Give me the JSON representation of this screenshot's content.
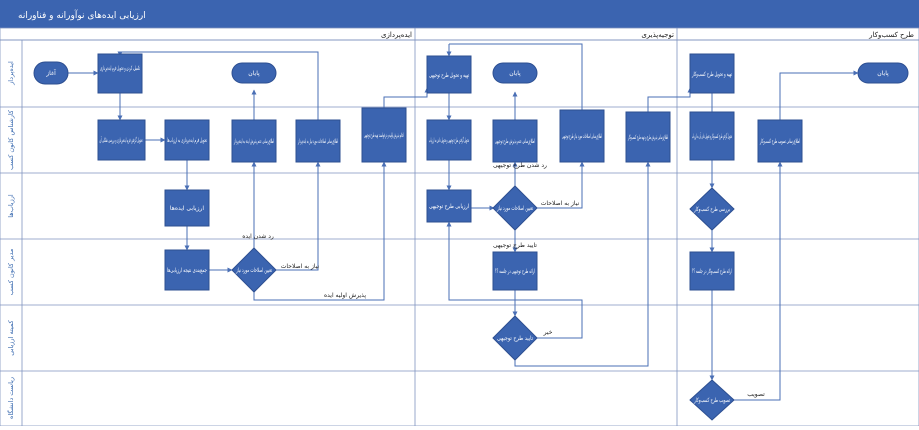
{
  "title": "ارزیابی ایده‌های نوآورانه و فناورانه",
  "phases": [
    "ایده‌پردازی",
    "توجیه‌پذیری",
    "طرح کسب‌وکار"
  ],
  "lanes": [
    "ایده‌پرداز",
    "کارشناس کانون کسب",
    "ارزیاب‌ها",
    "مدیر کانون کسب",
    "کمیته ارزیابی",
    "ریاست دانشگاه"
  ],
  "nodes": {
    "start": "آغاز",
    "n_register": "تکمیل، کردن و تحویل فرم ایده‌پردازی",
    "n_receive_check": "تحویل گرفتن فرم ایده‌پردازی و بررسی شکلی آن",
    "n_deliver_eval": "تحویل فرم ایده‌پردازی به ارزیاب‌ها",
    "n_evaluate": "ارزیابی ایده‌ها",
    "n_summary": "جمع‌بندی نتیجه ارزیابی‌ها",
    "d_fix": "تعیین اصلاحات مورد نیاز",
    "n_inform_reject": "اطلاع‌رسانی عدم پذیرش ایده به ایده‌پرداز",
    "end1": "پایان",
    "n_inform_fix": "اطلاع‌رسانی اصلاحات مورد نیاز به ایده‌پرداز",
    "n_inform_accept": "اعلام پذیرش اولیه و درخواست تهیه طرح توجیهی",
    "n_prepare_just": "تهیه و تحویل طرح توجیهی",
    "end2": "پایان",
    "n_receive_just": "تحویل گرفتن طرح توجیهی و تحویل دادن به ارزیاب",
    "n_eval_just": "ارزیابی طرح توجیهی",
    "d_fix_just": "تعیین اصلاحات مورد نیاز",
    "n_reject_just": "اطلاع‌رسانی عدم پذیرش طرح توجیهی",
    "n_fix_just": "اطلاع‌رسانی اصلاحات مورد نیاز طرح توجیهی",
    "n_present_just": "ارائه طرح توجیهی در جلسه ؟؟",
    "d_approve_just": "تایید طرح توجیهی",
    "n_accept_just": "اطلاع‌رسانی پذیرش طرح و تهیه طرح کسب‌وکار",
    "n_prepare_bp": "تهیه و تحویل طرح کسب‌وکار",
    "n_receive_bp": "تحویل گرفتن طرح کسب‌وکار و تحویل دادن آن به ارزیاب",
    "d_eval_bp": "بررسی طرح کسب‌وکار",
    "n_present_bp": "ارائه طرح کسب‌وکار در جلسه ؟؟",
    "d_approve_bp": "تصویب طرح کسب‌وکار",
    "n_inform_bp": "اطلاع‌رسانی تصویب طرح کسب‌وکار",
    "end3": "پایان"
  },
  "edge_labels": {
    "reject1": "رد شدن ایده",
    "need_fix1": "نیاز به اصلاحات",
    "accept1": "پذیرش اولیه ایده",
    "reject2": "رد شدن طرح توجیهی",
    "need_fix2": "نیاز به اصلاحات",
    "approve_just": "تایید طرح توجیهی",
    "no": "خیر",
    "approve_bp": "تصویب"
  },
  "colors": {
    "primary": "#3b64b0",
    "border": "#2d4f91",
    "line": "#4a6fb5",
    "grid": "#9aa9c8"
  }
}
